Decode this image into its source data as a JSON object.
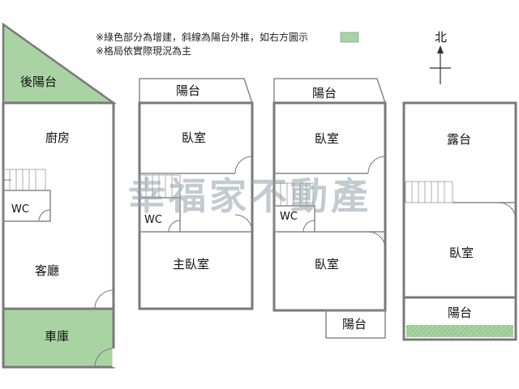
{
  "notes": {
    "line1": "※綠色部分為增建，斜線為陽台外推，如右方圖示",
    "line2": "※格局依實際現況為主"
  },
  "compass": {
    "label": "北"
  },
  "watermark": "幸福家不動產",
  "colors": {
    "addition_green": "#a9d3a3",
    "hatch_green": "#8cc08a",
    "wall": "#7a7a7a"
  },
  "floors": [
    {
      "rooms": {
        "back_balcony": "後陽台",
        "kitchen": "廚房",
        "wc": "WC",
        "living_room": "客廳",
        "garage": "車庫"
      }
    },
    {
      "rooms": {
        "balcony": "陽台",
        "bedroom": "臥室",
        "wc": "WC",
        "master_bedroom": "主臥室"
      }
    },
    {
      "rooms": {
        "balcony_top": "陽台",
        "bedroom_top": "臥室",
        "wc": "WC",
        "bedroom_bottom": "臥室",
        "balcony_bottom": "陽台"
      }
    },
    {
      "rooms": {
        "terrace": "露台",
        "bedroom": "臥室",
        "balcony": "陽台"
      }
    }
  ]
}
